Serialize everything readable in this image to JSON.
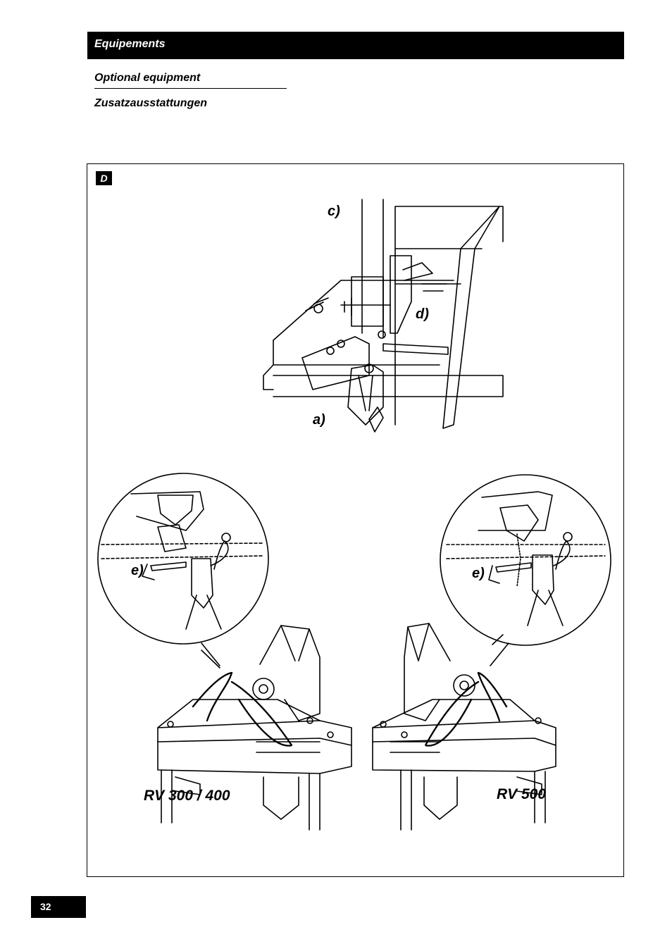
{
  "header": {
    "title": "Equipements"
  },
  "subtitles": {
    "english": "Optional equipment",
    "german": "Zusatzausstattungen"
  },
  "figure": {
    "badge": "D",
    "callouts": {
      "c": "c)",
      "d": "d)",
      "a": "a)",
      "e_left": "e)",
      "e_right": "e)"
    },
    "models": {
      "left": "RV 300 / 400",
      "right": "RV 500"
    },
    "icons": [
      "hitch-bracket-drawing",
      "detail-magnifier-circle",
      "seed-drill-drawing"
    ]
  },
  "footer": {
    "page_number": "32"
  }
}
